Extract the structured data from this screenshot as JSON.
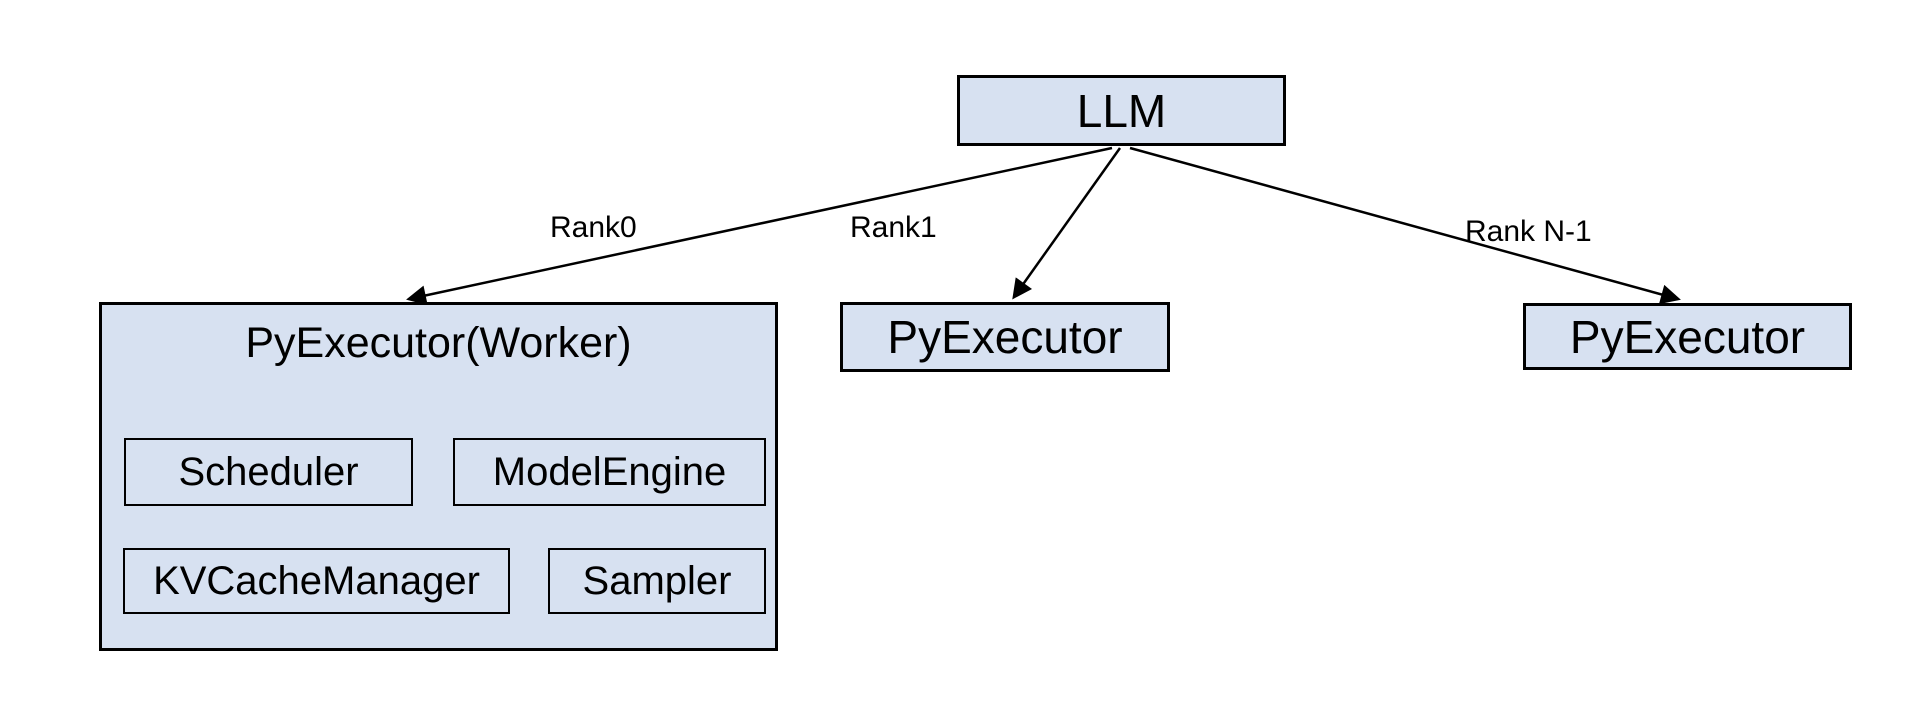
{
  "style": {
    "background": "#ffffff",
    "node_fill": "#d7e1f1",
    "node_border": "#000000",
    "edge_color": "#000000"
  },
  "nodes": {
    "llm": {
      "label": "LLM"
    },
    "worker": {
      "title": "PyExecutor(Worker)",
      "children": [
        {
          "label": "Scheduler"
        },
        {
          "label": "ModelEngine"
        },
        {
          "label": "KVCacheManager"
        },
        {
          "label": "Sampler"
        }
      ]
    },
    "executor_rank1": {
      "label": "PyExecutor"
    },
    "executor_rank_n": {
      "label": "PyExecutor"
    }
  },
  "edges": [
    {
      "from": "LLM",
      "to": "PyExecutor(Worker)",
      "label": "Rank0"
    },
    {
      "from": "LLM",
      "to": "PyExecutor",
      "label": "Rank1"
    },
    {
      "from": "LLM",
      "to": "PyExecutor",
      "label": "Rank N-1"
    }
  ]
}
